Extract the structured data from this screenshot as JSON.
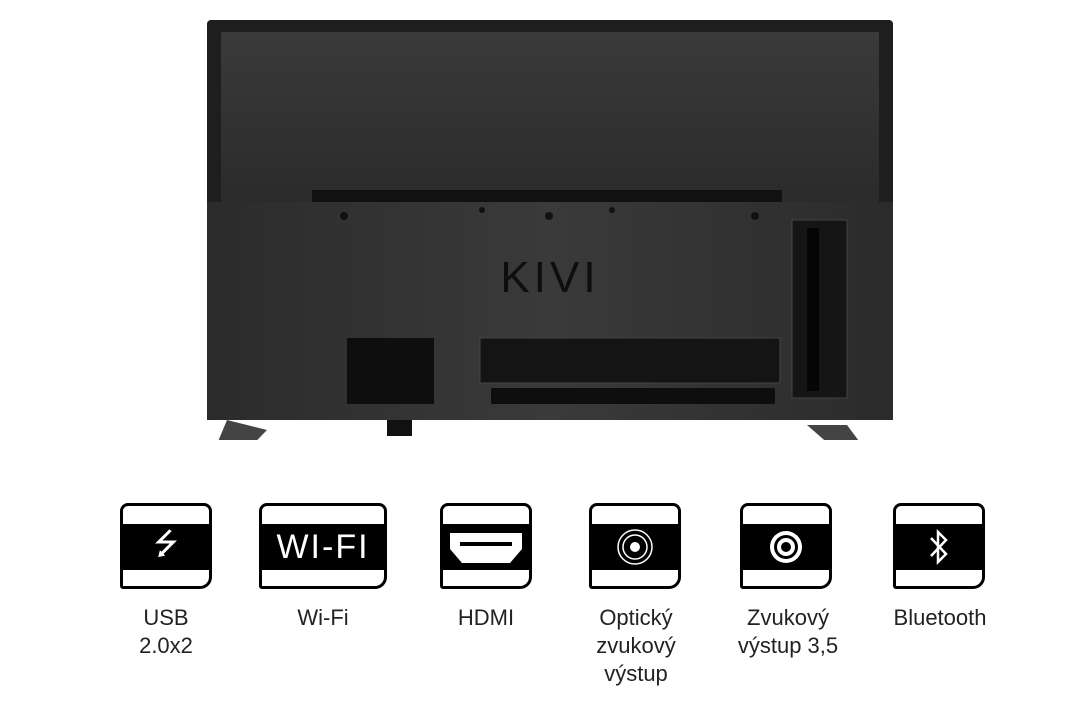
{
  "product": {
    "brand": "KIVI"
  },
  "features": [
    {
      "icon": "usb-icon",
      "label": "USB 2.0x2",
      "line1": "USB",
      "line2": "2.0x2"
    },
    {
      "icon": "wifi-icon",
      "label": "Wi-Fi",
      "icon_text": "WI-FI"
    },
    {
      "icon": "hdmi-icon",
      "label": "HDMI"
    },
    {
      "icon": "optical-audio-icon",
      "label": "Optický zvukový výstup",
      "line1": "Optický",
      "line2": "zvukový",
      "line3": "výstup"
    },
    {
      "icon": "audio-jack-icon",
      "label": "Zvukový výstup 3,5",
      "line1": "Zvukový",
      "line2": "výstup 3,5"
    },
    {
      "icon": "bluetooth-icon",
      "label": "Bluetooth"
    }
  ]
}
